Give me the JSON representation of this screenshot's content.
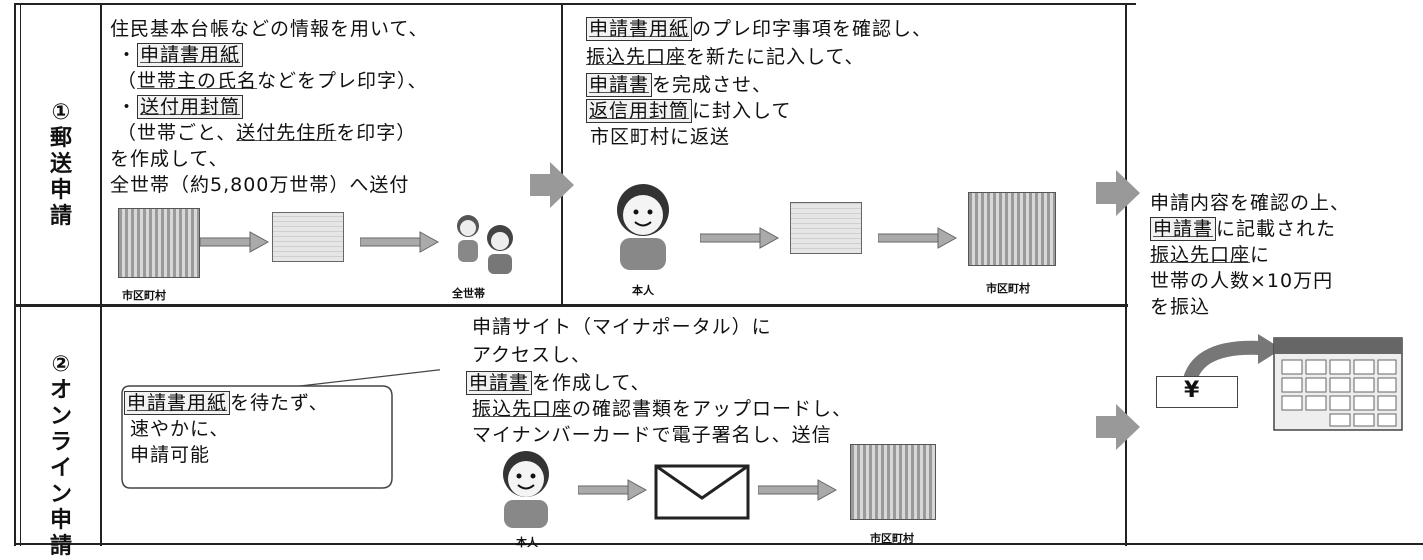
{
  "row1": {
    "label": "①郵送申請",
    "col1": {
      "line1": "住民基本台帳などの情報を用いて、",
      "line2_prefix": "・",
      "line2_box": "申請書用紙",
      "line3_pre": "（",
      "line3_ul": "世帯主の氏名",
      "line3_post": "などをプレ印字）、",
      "line4_prefix": "・",
      "line4_box": "送付用封筒",
      "line5_pre": "（世帯ごと、",
      "line5_ul": "送付先住所",
      "line5_post": "を印字）",
      "line6": "を作成して、",
      "line7": "全世帯（約5,800万世帯）へ送付",
      "caption_left": "市区町村",
      "caption_right": "全世帯"
    },
    "col2": {
      "line1_box": "申請書用紙",
      "line1_post": "のプレ印字事項を確認し、",
      "line2_ul": "振込先口座",
      "line2_post": "を新たに記入して、",
      "line3_box": "申請書",
      "line3_post": "を完成させ、",
      "line4_box": "返信用封筒",
      "line4_post": "に封入して",
      "line5": "市区町村に返送",
      "caption_left": "本人",
      "caption_right": "市区町村"
    }
  },
  "row2": {
    "label": "②オンライン申請",
    "bubble": {
      "line1_box": "申請書用紙",
      "line1_post": "を待たず、",
      "line2": "速やかに、",
      "line3": "申請可能"
    },
    "main": {
      "line1": "申請サイト（マイナポータル）に",
      "line2": "アクセスし、",
      "line3_box": "申請書",
      "line3_post": "を作成して、",
      "line4_ul": "振込先口座",
      "line4_post": "の確認書類をアップロードし、",
      "line5": "マイナンバーカードで電子署名し、送信",
      "caption_left": "本人",
      "caption_right": "市区町村"
    }
  },
  "result": {
    "line1": "申請内容を確認の上、",
    "line2_box": "申請書",
    "line2_post": "に記載された",
    "line3_ul": "振込先口座",
    "line3_post": "に",
    "line4": "世帯の人数×10万円",
    "line5": "を振込",
    "yen": "¥"
  }
}
